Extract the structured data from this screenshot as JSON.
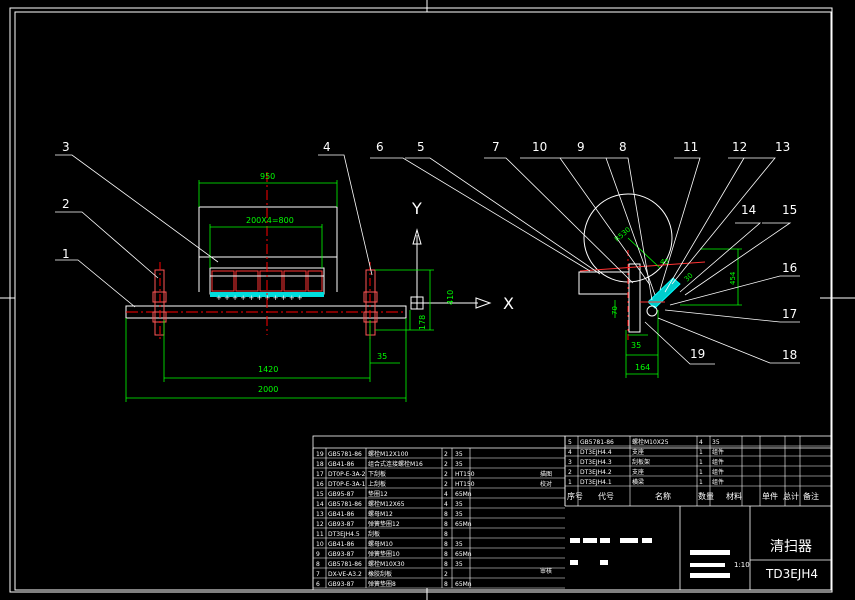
{
  "colors": {
    "background": "#000000",
    "outline": "#ffffff",
    "dimension": "#00ff00",
    "centerline": "#ff0000",
    "hidden": "#ffff00",
    "cyan": "#00ffff"
  },
  "callouts": [
    "1",
    "2",
    "3",
    "4",
    "5",
    "6",
    "7",
    "8",
    "9",
    "10",
    "11",
    "12",
    "13",
    "14",
    "15",
    "16",
    "17",
    "18",
    "19"
  ],
  "axes": {
    "y": "Y",
    "x": "X"
  },
  "dimensions": {
    "width_top": "950",
    "holes": "200X4=800",
    "span_inner": "1420",
    "span_total": "2000",
    "height_410": "410",
    "height_178": "178",
    "offset_35": "35",
    "radius": "R530",
    "h_454": "454",
    "side_70": "70",
    "side_35": "35",
    "side_164": "164",
    "len_45": "45",
    "len_30": "30"
  },
  "parts_list_left": [
    {
      "no": "19",
      "code": "GB5781-86",
      "name": "螺栓M12X100",
      "qty": "2",
      "mat": "35"
    },
    {
      "no": "18",
      "code": "GB41-86",
      "name": "组合式连接螺栓M16",
      "qty": "2",
      "mat": "35"
    },
    {
      "no": "17",
      "code": "DT0P-E-3A-2",
      "name": "下刮板",
      "qty": "2",
      "mat": "HT150"
    },
    {
      "no": "16",
      "code": "DT0P-E-3A-1",
      "name": "上刮板",
      "qty": "2",
      "mat": "HT150"
    },
    {
      "no": "15",
      "code": "GB95-87",
      "name": "垫圈12",
      "qty": "4",
      "mat": "65Mn"
    },
    {
      "no": "14",
      "code": "GB5781-86",
      "name": "螺栓M12X65",
      "qty": "4",
      "mat": "35"
    },
    {
      "no": "13",
      "code": "GB41-86",
      "name": "螺母M12",
      "qty": "8",
      "mat": "35"
    },
    {
      "no": "12",
      "code": "GB93-87",
      "name": "弹簧垫圈12",
      "qty": "8",
      "mat": "65Mn"
    },
    {
      "no": "11",
      "code": "DT3EJH4.5",
      "name": "刮板",
      "qty": "8",
      "mat": ""
    },
    {
      "no": "10",
      "code": "GB41-86",
      "name": "螺母M10",
      "qty": "8",
      "mat": "35"
    },
    {
      "no": "9",
      "code": "GB93-87",
      "name": "弹簧垫圈10",
      "qty": "8",
      "mat": "65Mn"
    },
    {
      "no": "8",
      "code": "GB5781-86",
      "name": "螺栓M10X30",
      "qty": "8",
      "mat": "35"
    },
    {
      "no": "7",
      "code": "DX-VE-A3.2",
      "name": "橡胶刮板",
      "qty": "2",
      "mat": ""
    },
    {
      "no": "6",
      "code": "GB93-87",
      "name": "弹簧垫圈8",
      "qty": "8",
      "mat": "65Mn"
    }
  ],
  "parts_list_right": [
    {
      "no": "5",
      "code": "GB5781-86",
      "name": "螺栓M10X25",
      "qty": "4",
      "mat": "35"
    },
    {
      "no": "4",
      "code": "DT3EJH4.4",
      "name": "支座",
      "qty": "1",
      "mat": "组件"
    },
    {
      "no": "3",
      "code": "DT3EJH4.3",
      "name": "刮板架",
      "qty": "1",
      "mat": "组件"
    },
    {
      "no": "2",
      "code": "DT3EJH4.2",
      "name": "支座",
      "qty": "1",
      "mat": "组件"
    },
    {
      "no": "1",
      "code": "DT3EJH4.1",
      "name": "横梁",
      "qty": "1",
      "mat": "组件"
    }
  ],
  "header_row": [
    "序号",
    "代号",
    "名称",
    "数量",
    "材料",
    "单件",
    "总计",
    "备注"
  ],
  "side_labels": [
    "描图",
    "校对",
    "审核"
  ],
  "title_block": {
    "name": "清扫器",
    "scale": "1:10",
    "drawing_no": "TD3EJH4"
  }
}
